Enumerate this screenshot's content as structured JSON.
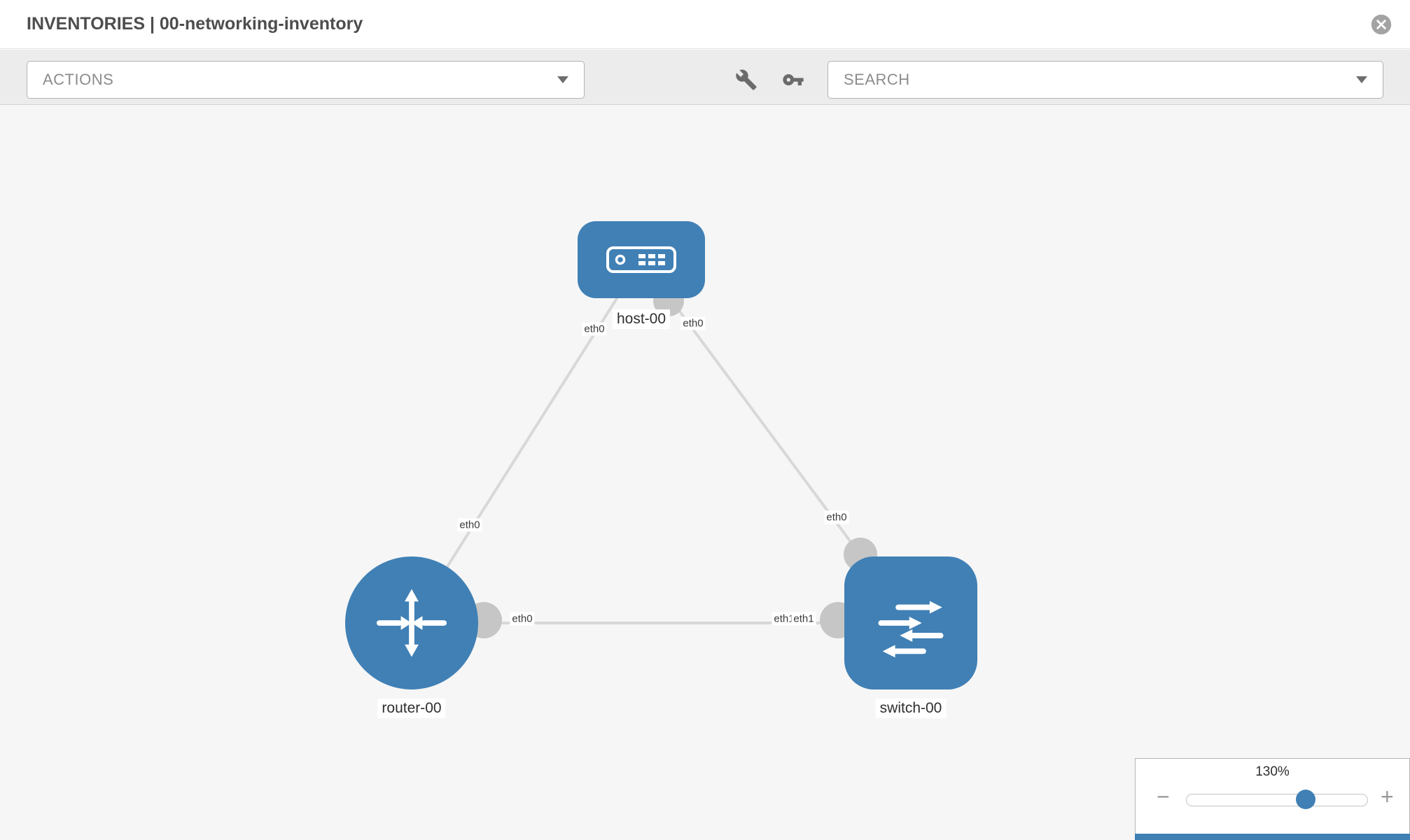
{
  "header": {
    "title": "INVENTORIES | 00-networking-inventory"
  },
  "toolbar": {
    "actions_placeholder": "ACTIONS",
    "search_placeholder": "SEARCH"
  },
  "topology": {
    "nodes": [
      {
        "label": "host-00",
        "type": "host"
      },
      {
        "label": "router-00",
        "type": "router"
      },
      {
        "label": "switch-00",
        "type": "switch"
      }
    ],
    "links": [
      {
        "from": "host-00",
        "to": "router-00",
        "from_interface": "eth0",
        "to_interface": "eth0"
      },
      {
        "from": "host-00",
        "to": "switch-00",
        "from_interface": "eth0",
        "to_interface": "eth0"
      },
      {
        "from": "router-00",
        "to": "switch-00",
        "from_interface": "eth0",
        "to_interface": "eth1"
      }
    ],
    "interface_labels": [
      "eth0",
      "eth0",
      "eth0",
      "eth0",
      "eth0",
      "eth1",
      "eth1"
    ]
  },
  "zoom": {
    "level": "130%",
    "minus_label": "−",
    "plus_label": "+"
  },
  "colors": {
    "node_blue": "#4080b5",
    "link_gray": "#d8d8d8",
    "canvas_bg": "#f6f6f6",
    "connector_gray": "#c6c6c6"
  }
}
